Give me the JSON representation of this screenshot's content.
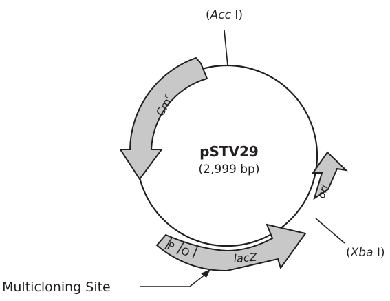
{
  "plasmid": {
    "name": "pSTV29",
    "size": "(2,999 bp)"
  },
  "sites": {
    "acc": {
      "open": "(",
      "enzyme": "Acc",
      "rest": " I)"
    },
    "xba": {
      "open": "(",
      "enzyme": "Xba",
      "rest": " I)"
    }
  },
  "features": {
    "cm": {
      "base": "Cm",
      "sup": "r"
    },
    "ori": "ori",
    "lacz": "lacZ",
    "promoter": "P",
    "operator": "O"
  },
  "mcs_label": "Multicloning Site",
  "colors": {
    "feature_fill": "#c8c8c8",
    "line": "#231f20",
    "background": "#ffffff"
  }
}
